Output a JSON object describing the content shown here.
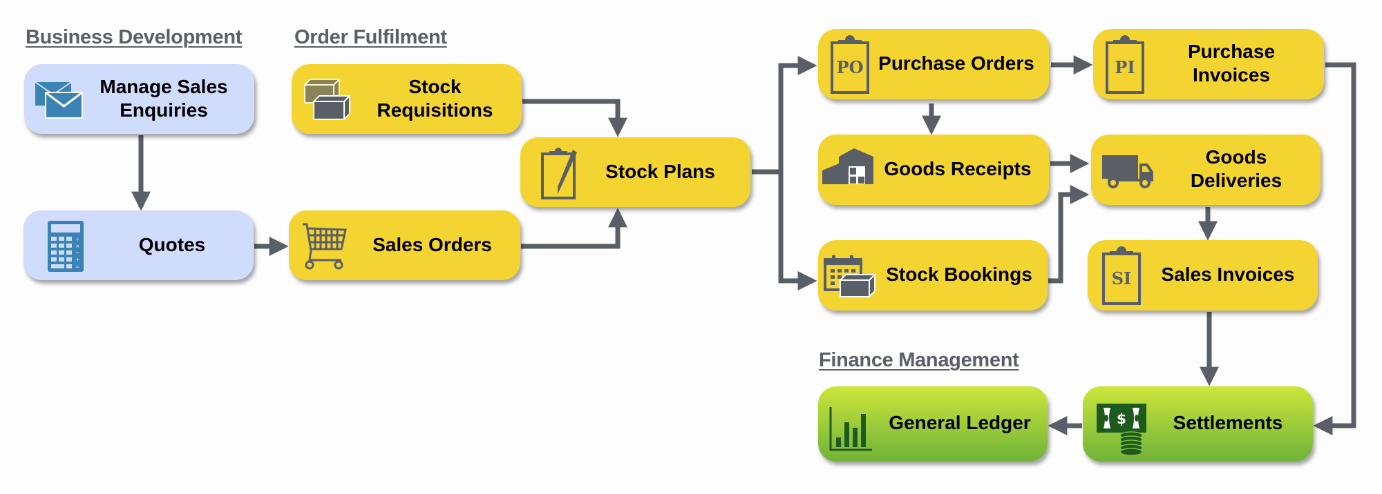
{
  "sections": {
    "business_development": "Business Development",
    "order_fulfilment": "Order Fulfilment",
    "finance_management": "Finance Management"
  },
  "nodes": {
    "manage_sales_enquiries": {
      "line1": "Manage Sales",
      "line2": "Enquiries",
      "icon": "envelopes-icon"
    },
    "quotes": {
      "label": "Quotes",
      "icon": "calculator-icon"
    },
    "stock_requisitions": {
      "line1": "Stock",
      "line2": "Requisitions",
      "icon": "boxes-icon"
    },
    "sales_orders": {
      "label": "Sales Orders",
      "icon": "shopping-cart-icon"
    },
    "stock_plans": {
      "label": "Stock Plans",
      "icon": "clipboard-pen-icon"
    },
    "purchase_orders": {
      "label": "Purchase Orders",
      "icon": "clipboard-po-icon",
      "badge": "PO"
    },
    "purchase_invoices": {
      "line1": "Purchase",
      "line2": "Invoices",
      "icon": "clipboard-pi-icon",
      "badge": "PI"
    },
    "goods_receipts": {
      "label": "Goods Receipts",
      "icon": "warehouse-icon"
    },
    "goods_deliveries": {
      "line1": "Goods",
      "line2": "Deliveries",
      "icon": "truck-icon"
    },
    "stock_bookings": {
      "label": "Stock Bookings",
      "icon": "calendar-box-icon"
    },
    "sales_invoices": {
      "label": "Sales Invoices",
      "icon": "clipboard-si-icon",
      "badge": "SI"
    },
    "general_ledger": {
      "label": "General Ledger",
      "icon": "bar-chart-icon"
    },
    "settlements": {
      "label": "Settlements",
      "icon": "money-icon",
      "currency": "$"
    }
  },
  "colors": {
    "business": "#cfdcfb",
    "fulfilment": "#f4d431",
    "finance_top": "#cde63a",
    "finance_bottom": "#6fb339",
    "connector": "#5a5e66",
    "heading": "#5b5f67",
    "icon_blue": "#3b82b5",
    "icon_gray": "#5a5e66",
    "icon_green": "#1e5a1e"
  },
  "connections": [
    {
      "from": "manage_sales_enquiries",
      "to": "quotes"
    },
    {
      "from": "quotes",
      "to": "sales_orders"
    },
    {
      "from": "stock_requisitions",
      "to": "stock_plans"
    },
    {
      "from": "sales_orders",
      "to": "stock_plans"
    },
    {
      "from": "stock_plans",
      "to": "purchase_orders"
    },
    {
      "from": "stock_plans",
      "to": "stock_bookings"
    },
    {
      "from": "purchase_orders",
      "to": "purchase_invoices"
    },
    {
      "from": "purchase_orders",
      "to": "goods_receipts"
    },
    {
      "from": "goods_receipts",
      "to": "goods_deliveries"
    },
    {
      "from": "stock_bookings",
      "to": "goods_deliveries"
    },
    {
      "from": "goods_deliveries",
      "to": "sales_invoices"
    },
    {
      "from": "sales_invoices",
      "to": "settlements"
    },
    {
      "from": "purchase_invoices",
      "to": "settlements"
    },
    {
      "from": "settlements",
      "to": "general_ledger"
    }
  ]
}
